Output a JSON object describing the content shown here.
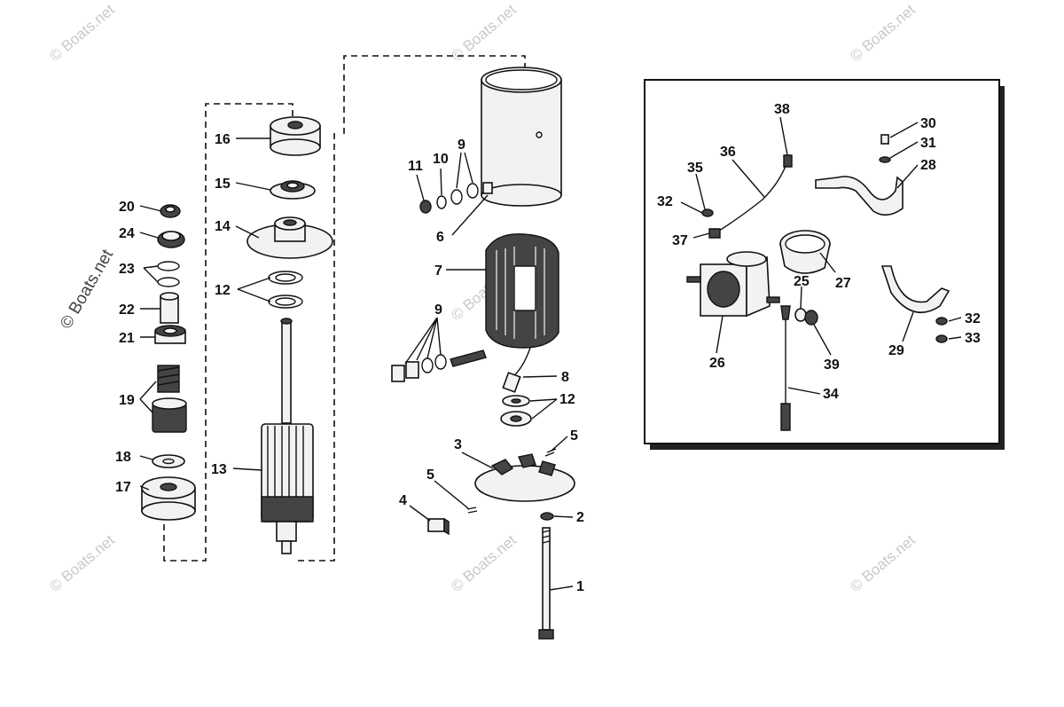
{
  "watermark": {
    "text": "© Boats.net",
    "vertical_text": "© Boats.net"
  },
  "callouts": {
    "c1": "1",
    "c2": "2",
    "c3": "3",
    "c4": "4",
    "c5a": "5",
    "c5b": "5",
    "c6": "6",
    "c7": "7",
    "c8": "8",
    "c9a": "9",
    "c9b": "9",
    "c10": "10",
    "c11": "11",
    "c12a": "12",
    "c12b": "12",
    "c13": "13",
    "c14": "14",
    "c15": "15",
    "c16": "16",
    "c17": "17",
    "c18": "18",
    "c19": "19",
    "c20": "20",
    "c21": "21",
    "c22": "22",
    "c23": "23",
    "c24": "24",
    "c25": "25",
    "c26": "26",
    "c27": "27",
    "c28": "28",
    "c29": "29",
    "c30": "30",
    "c31": "31",
    "c32a": "32",
    "c32b": "32",
    "c33": "33",
    "c34": "34",
    "c35": "35",
    "c36": "36",
    "c37": "37",
    "c38": "38",
    "c39": "39"
  }
}
